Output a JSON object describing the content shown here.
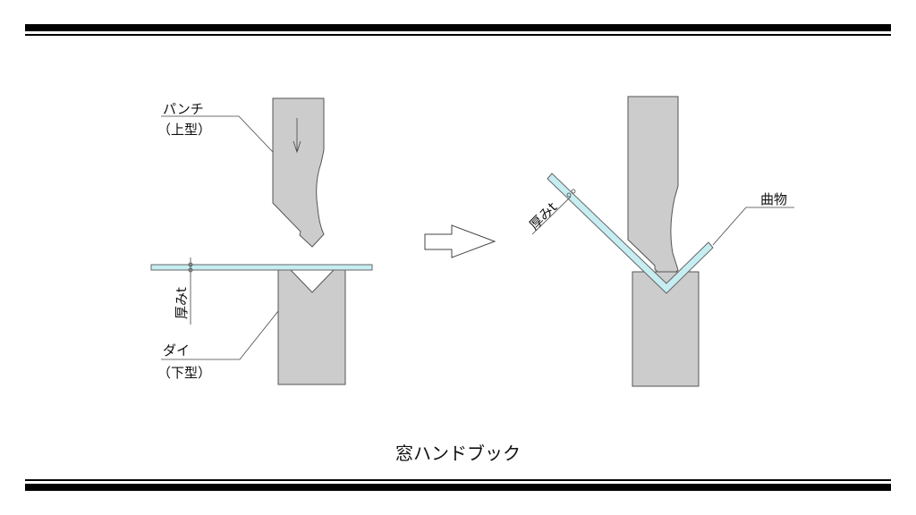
{
  "before": {
    "punch_label": "パンチ",
    "punch_sub": "（上型）",
    "die_label": "ダイ",
    "die_sub": "（下型）",
    "thickness_label": "厚みt"
  },
  "after": {
    "thickness_label": "厚みt",
    "workpiece_label": "曲物"
  },
  "footer": {
    "title": "窓ハンドブック"
  },
  "colors": {
    "tool": "#cccccc",
    "sheet": "#c6eef2",
    "rule": "#000000"
  }
}
